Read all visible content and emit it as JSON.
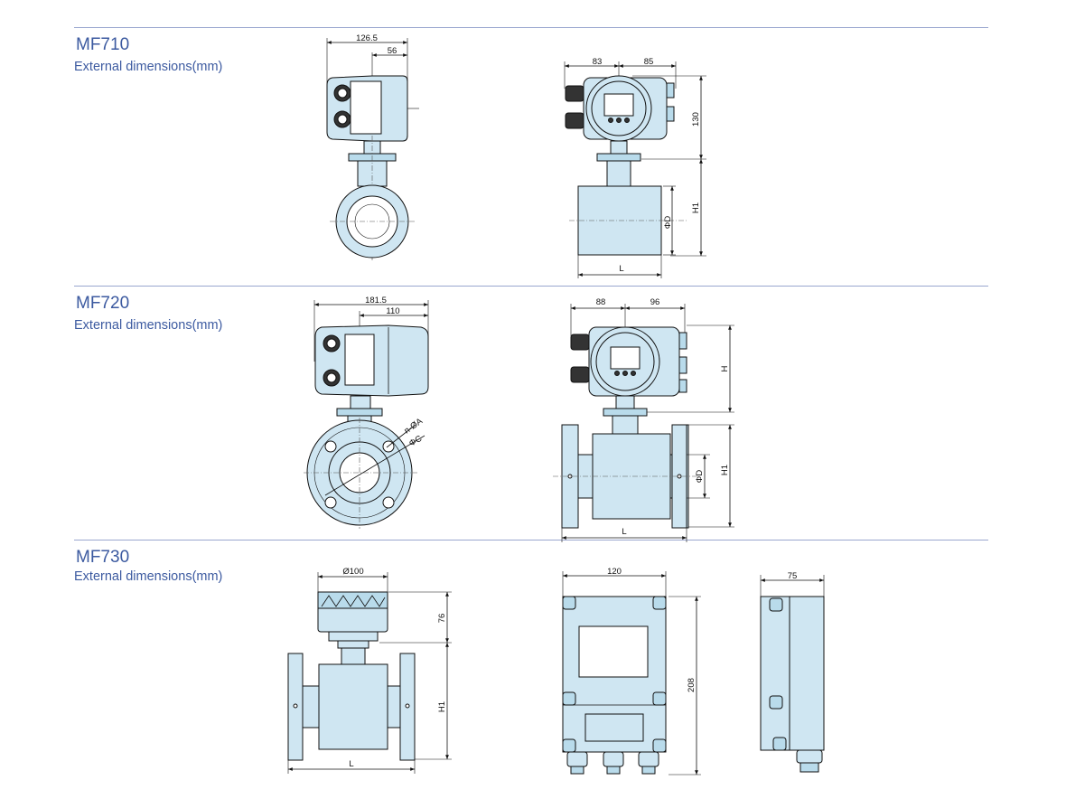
{
  "sections": [
    {
      "model": "MF710",
      "subtitle": "External dimensions(mm)"
    },
    {
      "model": "MF720",
      "subtitle": "External dimensions(mm)"
    },
    {
      "model": "MF730",
      "subtitle": "External dimensions(mm)"
    }
  ],
  "dimensions": {
    "mf710_side": {
      "overall": "126.5",
      "offset": "56"
    },
    "mf710_front": {
      "left": "83",
      "right": "85",
      "height": "130",
      "h1": "H1",
      "dia": "ΦD",
      "length": "L"
    },
    "mf720_side": {
      "overall": "181.5",
      "offset": "110",
      "bolt": "n-ØA",
      "pcd": "ΦC"
    },
    "mf720_front": {
      "left": "88",
      "right": "96",
      "h": "H",
      "h1": "H1",
      "dia": "ΦD",
      "length": "L"
    },
    "mf730_sensor": {
      "dia": "Ø100",
      "height": "76",
      "h1": "H1",
      "length": "L"
    },
    "mf730_box_front": {
      "width": "120",
      "height": "208"
    },
    "mf730_box_side": {
      "depth": "75"
    }
  }
}
